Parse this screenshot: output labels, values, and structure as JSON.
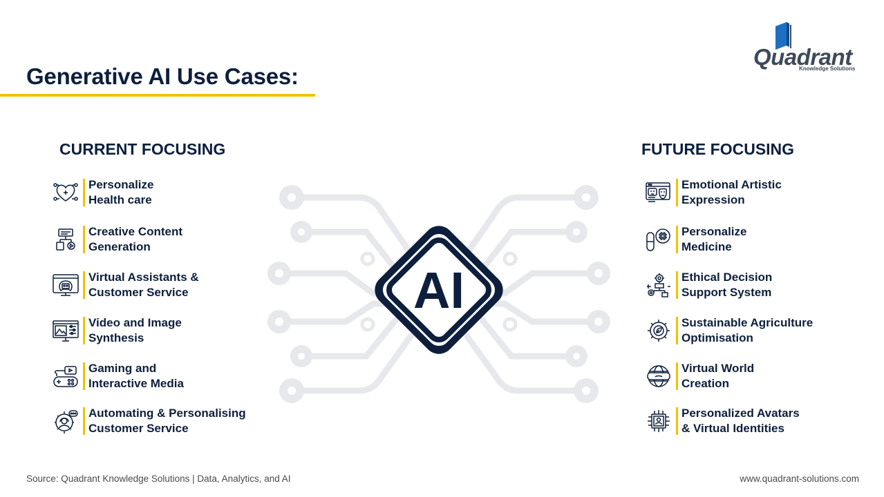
{
  "title": "Generative AI Use Cases:",
  "logo": {
    "name": "Quadrant",
    "tagline": "Knowledge Solutions",
    "colors": {
      "blue": "#1d6fc1",
      "dark": "#3d4a5a"
    }
  },
  "colors": {
    "navy": "#0d1f3c",
    "accent": "#f2c200",
    "circuit": "#e8eaee"
  },
  "center": {
    "label": "AI"
  },
  "current": {
    "heading": "CURRENT FOCUSING",
    "items": [
      {
        "line1": "Personalize",
        "line2": "Health care",
        "icon": "health-heart-icon"
      },
      {
        "line1": "Creative Content",
        "line2": "Generation",
        "icon": "content-flow-icon"
      },
      {
        "line1": "Virtual Assistants &",
        "line2": "Customer Service",
        "icon": "chatbot-screen-icon"
      },
      {
        "line1": "Video and Image",
        "line2": "Synthesis",
        "icon": "image-editor-icon"
      },
      {
        "line1": "Gaming and",
        "line2": "Interactive Media",
        "icon": "gamepad-icon"
      },
      {
        "line1": "Automating & Personalising",
        "line2": "Customer Service",
        "icon": "support-gear-icon"
      }
    ]
  },
  "future": {
    "heading": "FUTURE FOCUSING",
    "items": [
      {
        "line1": "Emotional Artistic",
        "line2": "Expression",
        "icon": "theater-masks-icon"
      },
      {
        "line1": "Personalize",
        "line2": "Medicine",
        "icon": "pill-chip-icon"
      },
      {
        "line1": "Ethical Decision",
        "line2": "Support System",
        "icon": "decision-gears-icon"
      },
      {
        "line1": "Sustainable Agriculture",
        "line2": "Optimisation",
        "icon": "leaf-gear-icon"
      },
      {
        "line1": "Virtual World",
        "line2": "Creation",
        "icon": "vr-globe-icon"
      },
      {
        "line1": "Personalized Avatars",
        "line2": "& Virtual Identities",
        "icon": "avatar-chip-icon"
      }
    ]
  },
  "footer": {
    "source": "Source: Quadrant Knowledge Solutions | Data, Analytics, and AI",
    "website": "www.quadrant-solutions.com"
  }
}
